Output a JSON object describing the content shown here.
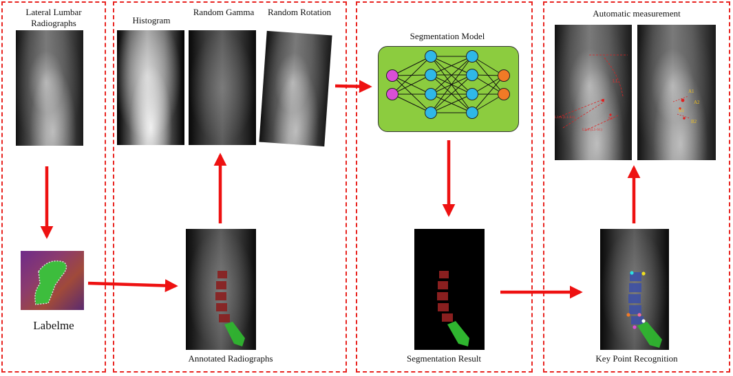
{
  "panels": {
    "input": {
      "title": "Lateral Lumbar Radiographs",
      "tool": "Labelme"
    },
    "augmentation": {
      "methods": [
        "Histogram",
        "Random Gamma",
        "Random Rotation"
      ],
      "caption": "Annotated Radiographs"
    },
    "segmentation": {
      "model_title": "Segmentation Model",
      "caption": "Segmentation Result"
    },
    "measurement": {
      "title": "Automatic measurement",
      "caption": "Key Point Recognition",
      "left_annotations": [
        "LL",
        "SS",
        "LSA (L5-S1)",
        "LLA (L1-S1)"
      ],
      "right_annotations": [
        "A1",
        "A2",
        "B1",
        "B2"
      ]
    }
  },
  "colors": {
    "dash": "#e8231f",
    "arrow": "#ee1111",
    "model_bg": "#8ccc3f",
    "input_node": "#d94fd6",
    "hidden_node": "#2fb8e8",
    "output_node": "#f07a26",
    "vertebra": "#8a1f1f",
    "sacrum": "#2fb52f"
  }
}
